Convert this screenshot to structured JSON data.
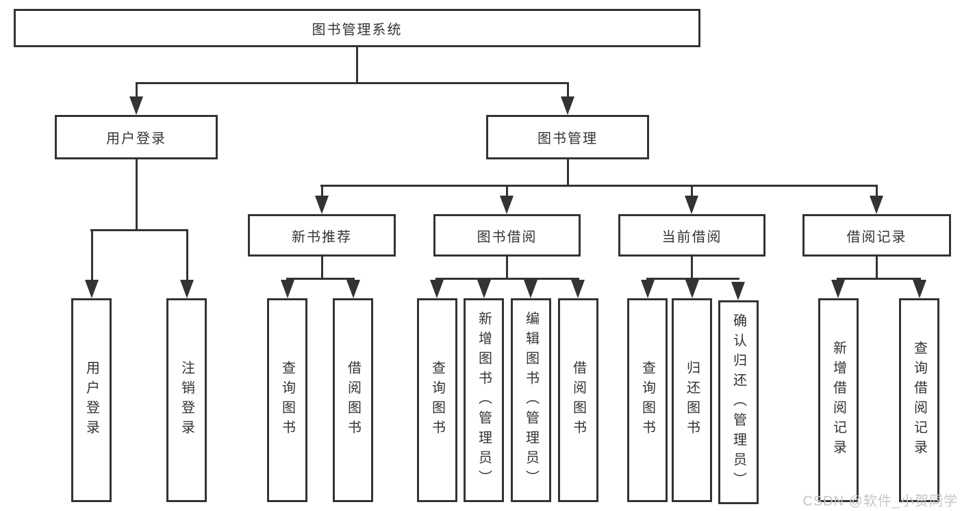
{
  "diagram": {
    "root": "图书管理系统",
    "level2": {
      "user_login": "用户登录",
      "book_mgmt": "图书管理"
    },
    "level3": {
      "new_book_rec": "新书推荐",
      "book_borrow": "图书借阅",
      "current_borrow": "当前借阅",
      "borrow_record": "借阅记录"
    },
    "leaves": {
      "ul_user_login": "用户登录",
      "ul_logout": "注销登录",
      "nb_query_book": "查询图书",
      "nb_borrow_book": "借阅图书",
      "bb_query_book": "查询图书",
      "bb_add_book": "新增图书（管理员）",
      "bb_edit_book": "编辑图书（管理员）",
      "bb_borrow_book": "借阅图书",
      "cb_query_book": "查询图书",
      "cb_return_book": "归还图书",
      "cb_confirm_return": "确认归还（管理员）",
      "br_add_record": "新增借阅记录",
      "br_query_record": "查询借阅记录"
    }
  },
  "watermark": "CSDN @软件_小贺同学",
  "colors": {
    "line": "#333333",
    "text": "#333333",
    "box_background": "#ffffff",
    "page_background": "#ffffff",
    "watermark": "#c6c6c6"
  }
}
